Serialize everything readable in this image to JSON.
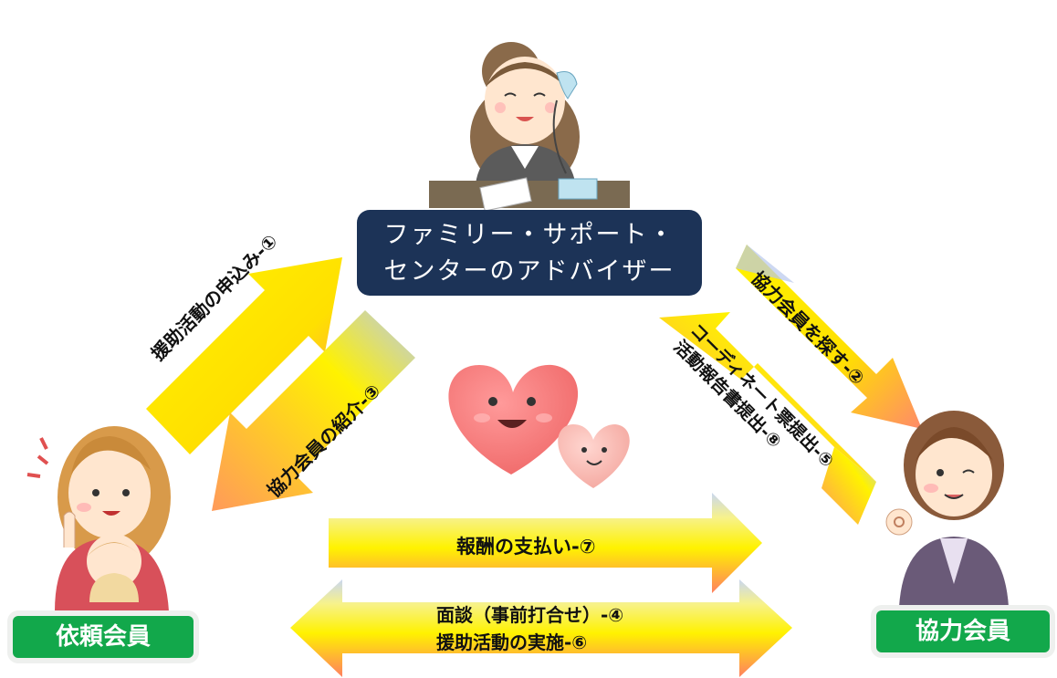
{
  "center": {
    "line1": "ファミリー・サポート・",
    "line2": "センターのアドバイザー"
  },
  "roles": {
    "requester": "依頼会員",
    "helper": "協力会員"
  },
  "arrows": {
    "apply": "援助活動の申込み-①",
    "introduce": "協力会員の紹介-③",
    "search": "協力会員を探す-②",
    "report_line1": "コーディネート票提出-⑤",
    "report_line2": "活動報告書提出-⑧",
    "payment": "報酬の支払い-⑦",
    "meeting_line1": "面談（事前打合せ）-④",
    "meeting_line2": "援助活動の実施-⑥"
  },
  "colors": {
    "navy": "#1c3357",
    "green": "#12a84b",
    "arrow_yellow": "#fff200",
    "arrow_orange": "#ff8c5a",
    "arrow_blue": "#9bb7e8"
  }
}
